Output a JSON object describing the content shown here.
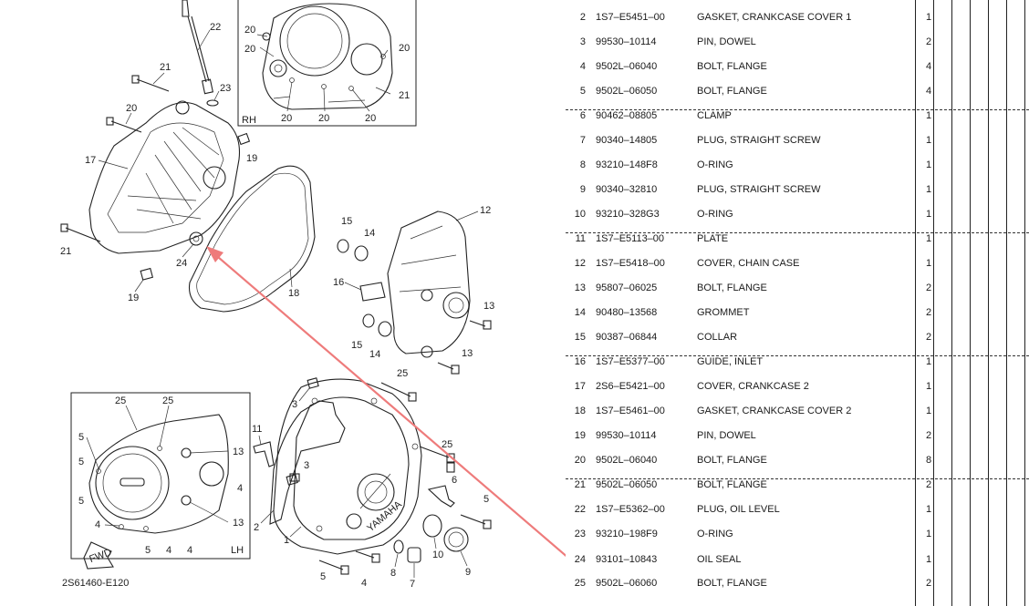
{
  "diagram": {
    "code": "2S61460-E120",
    "inset_rh_label": "RH",
    "inset_lh_label": "LH",
    "fwd_label": "FWD",
    "callouts": {
      "c22": "22",
      "c21a": "21",
      "c23": "23",
      "c20a": "20",
      "c19a": "19",
      "c17": "17",
      "c21b": "21",
      "c24": "24",
      "c19b": "19",
      "c18": "18",
      "c12": "12",
      "c15a": "15",
      "c14a": "14",
      "c16": "16",
      "c13a": "13",
      "c15b": "15",
      "c14b": "14",
      "c13b": "13",
      "rh20a": "20",
      "rh20b": "20",
      "rh20c": "20",
      "rh20d": "20",
      "rh20e": "20",
      "rh20f": "20",
      "rh21": "21",
      "lh25a": "25",
      "lh25b": "25",
      "lh5a": "5",
      "lh5b": "5",
      "lh5c": "5",
      "lh13a": "13",
      "lh4a": "4",
      "lh13b": "13",
      "lh4b": "4",
      "lh4c": "4",
      "lh5d": "5",
      "lh4d": "4",
      "m3a": "3",
      "m25a": "25",
      "m11": "11",
      "m3b": "3",
      "m25b": "25",
      "m2": "2",
      "m1": "1",
      "m6": "6",
      "m5a": "5",
      "m10": "10",
      "m9": "9",
      "m8": "8",
      "m7": "7",
      "m4": "4",
      "m5b": "5"
    }
  },
  "parts": [
    {
      "no": "2",
      "part": "1S7–E5451–00",
      "desc": "GASKET, CRANKCASE COVER 1",
      "qty": "1"
    },
    {
      "no": "3",
      "part": "99530–10114",
      "desc": "PIN, DOWEL",
      "qty": "2"
    },
    {
      "no": "4",
      "part": "9502L–06040",
      "desc": "BOLT, FLANGE",
      "qty": "4"
    },
    {
      "no": "5",
      "part": "9502L–06050",
      "desc": "BOLT, FLANGE",
      "qty": "4"
    },
    {
      "no": "6",
      "part": "90462–08805",
      "desc": "CLAMP",
      "qty": "1"
    },
    {
      "no": "7",
      "part": "90340–14805",
      "desc": "PLUG, STRAIGHT SCREW",
      "qty": "1"
    },
    {
      "no": "8",
      "part": "93210–148F8",
      "desc": "O-RING",
      "qty": "1"
    },
    {
      "no": "9",
      "part": "90340–32810",
      "desc": "PLUG, STRAIGHT SCREW",
      "qty": "1"
    },
    {
      "no": "10",
      "part": "93210–328G3",
      "desc": "O-RING",
      "qty": "1"
    },
    {
      "no": "11",
      "part": "1S7–E5113–00",
      "desc": "PLATE",
      "qty": "1"
    },
    {
      "no": "12",
      "part": "1S7–E5418–00",
      "desc": "COVER, CHAIN CASE",
      "qty": "1"
    },
    {
      "no": "13",
      "part": "95807–06025",
      "desc": "BOLT, FLANGE",
      "qty": "2"
    },
    {
      "no": "14",
      "part": "90480–13568",
      "desc": "GROMMET",
      "qty": "2"
    },
    {
      "no": "15",
      "part": "90387–06844",
      "desc": "COLLAR",
      "qty": "2"
    },
    {
      "no": "16",
      "part": "1S7–E5377–00",
      "desc": "GUIDE, INLET",
      "qty": "1"
    },
    {
      "no": "17",
      "part": "2S6–E5421–00",
      "desc": "COVER, CRANKCASE 2",
      "qty": "1"
    },
    {
      "no": "18",
      "part": "1S7–E5461–00",
      "desc": "GASKET, CRANKCASE COVER 2",
      "qty": "1"
    },
    {
      "no": "19",
      "part": "99530–10114",
      "desc": "PIN, DOWEL",
      "qty": "2"
    },
    {
      "no": "20",
      "part": "9502L–06040",
      "desc": "BOLT, FLANGE",
      "qty": "8"
    },
    {
      "no": "21",
      "part": "9502L–06050",
      "desc": "BOLT, FLANGE",
      "qty": "2"
    },
    {
      "no": "22",
      "part": "1S7–E5362–00",
      "desc": "PLUG, OIL LEVEL",
      "qty": "1"
    },
    {
      "no": "23",
      "part": "93210–198F9",
      "desc": "O-RING",
      "qty": "1"
    },
    {
      "no": "24",
      "part": "93101–10843",
      "desc": "OIL SEAL",
      "qty": "1"
    },
    {
      "no": "25",
      "part": "9502L–06060",
      "desc": "BOLT, FLANGE",
      "qty": "2"
    }
  ],
  "highlight_color": "#ee7b7b"
}
